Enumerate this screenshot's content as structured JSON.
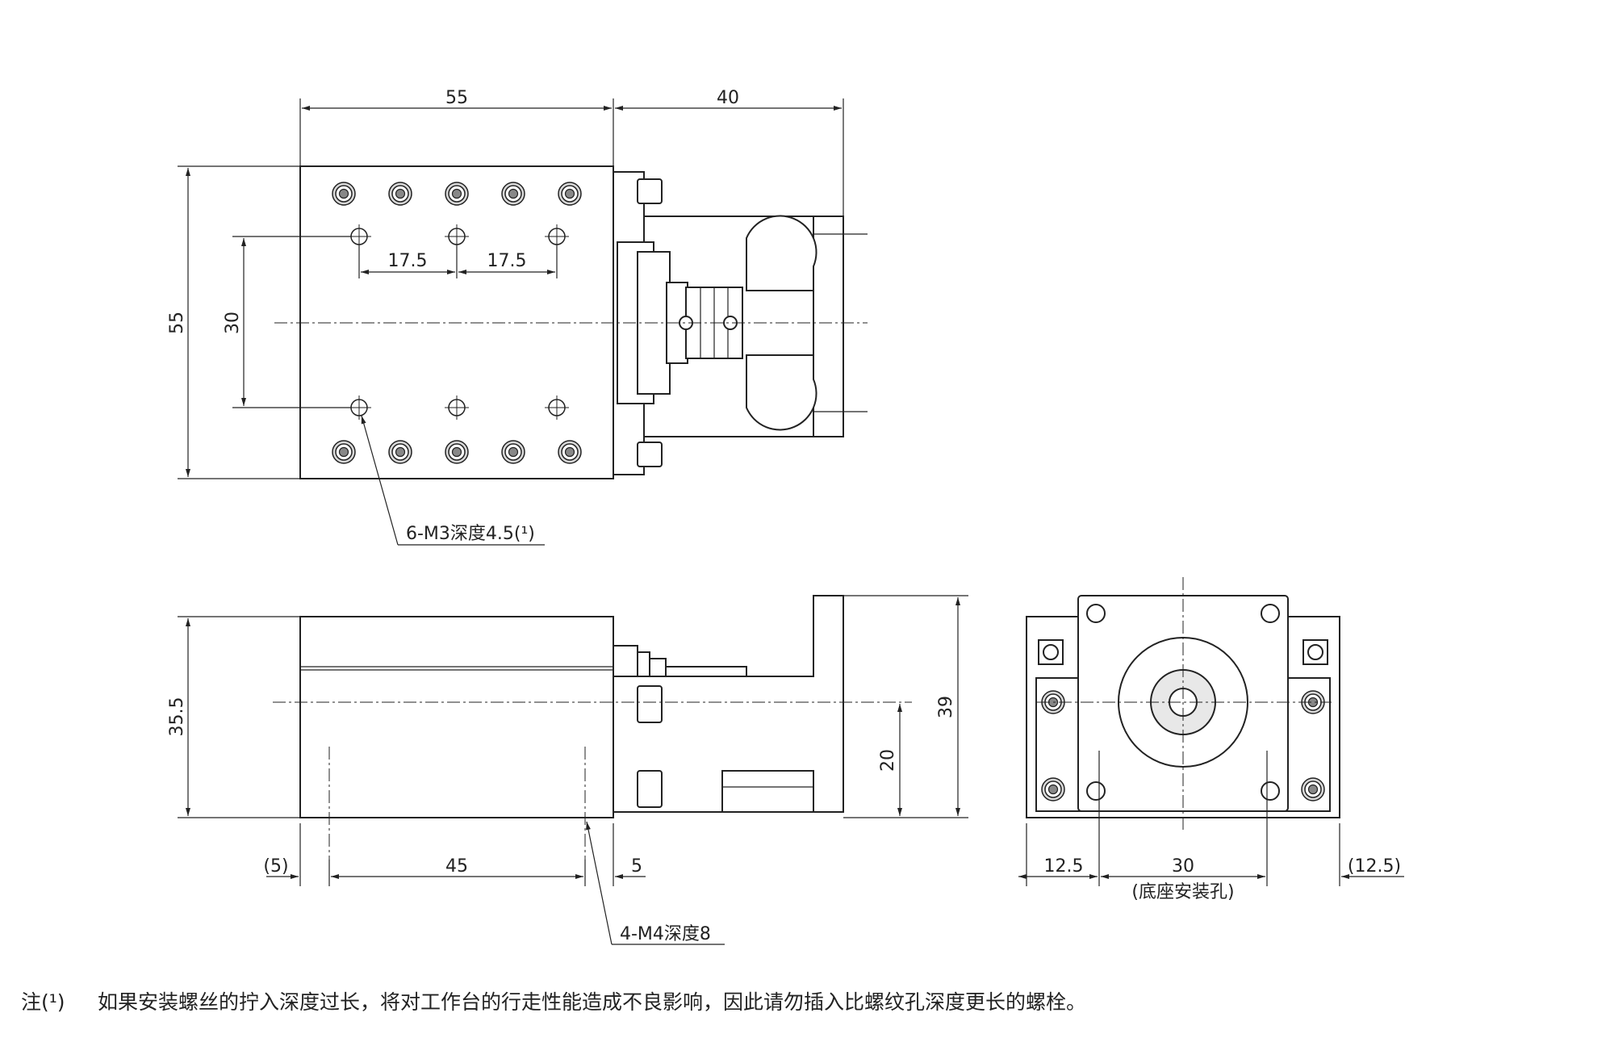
{
  "top_view": {
    "dim_width": "55",
    "dim_motor": "40",
    "dim_height": "55",
    "dim_hole_spacing_v": "30",
    "dim_hole_pitch_1": "17.5",
    "dim_hole_pitch_2": "17.5",
    "callout_tapped_holes": "6-M3深度4.5(¹)"
  },
  "side_view": {
    "dim_height": "35.5",
    "dim_overall_height": "39",
    "dim_axis_height": "20",
    "dim_left_offset": "(5)",
    "dim_hole_span": "45",
    "dim_right_offset": "5",
    "callout_tapped_holes": "4-M4深度8"
  },
  "end_view": {
    "dim_left": "12.5",
    "dim_center": "30",
    "dim_right": "(12.5)",
    "dim_center_note": "(底座安装孔)"
  },
  "note": {
    "label": "注(¹)",
    "text": "如果安装螺丝的拧入深度过长，将对工作台的行走性能造成不良影响，因此请勿插入比螺纹孔深度更长的螺栓。"
  }
}
